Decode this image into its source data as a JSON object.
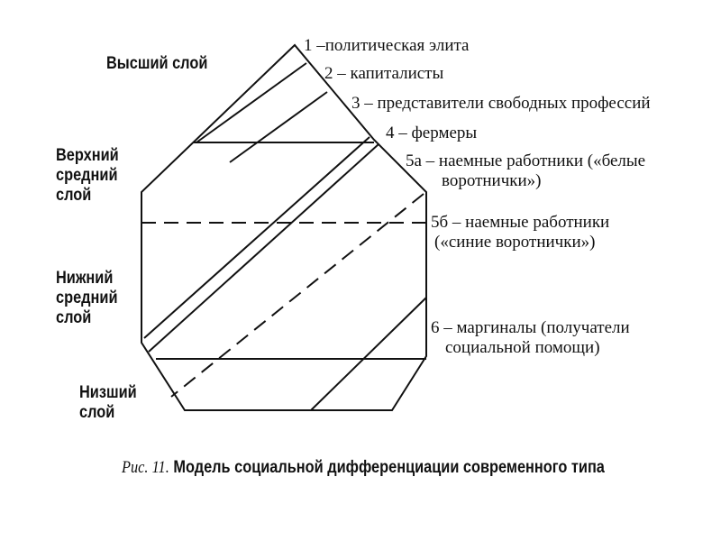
{
  "layers": {
    "upper": "Высший слой",
    "upper_middle": [
      "Верхний",
      "средний",
      "слой"
    ],
    "lower_middle": [
      "Нижний",
      "средний",
      "слой"
    ],
    "lower": [
      "Низший",
      "слой"
    ]
  },
  "legend": {
    "item1": "1 –политическая элита",
    "item2": "2 – капиталисты",
    "item3": "3 – представители свободных профессий",
    "item4": "4 – фермеры",
    "item5a": [
      "5а – наемные работники («белые",
      "воротнички»)"
    ],
    "item5b": [
      "5б – наемные работники",
      "(«синие воротнички»)"
    ],
    "item6": [
      "6 – маргиналы (получатели",
      "социальной помощи)"
    ]
  },
  "caption": {
    "prefix": "Рис. 11.",
    "title": "Модель социальной дифференциации современного типа"
  }
}
